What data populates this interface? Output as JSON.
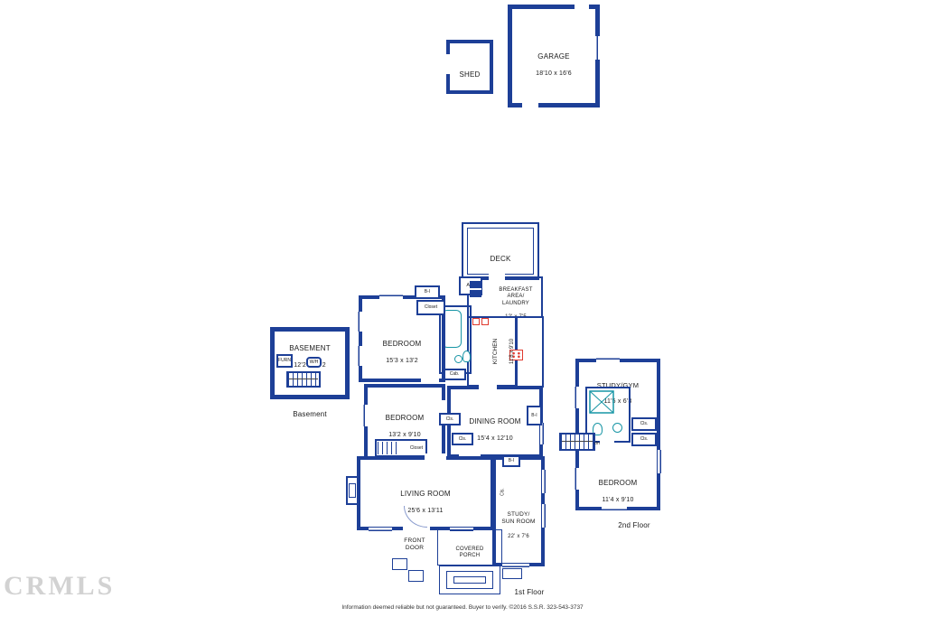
{
  "meta": {
    "type": "real-estate floor plan"
  },
  "colors": {
    "wall": "#1d3f97",
    "appliance_red": "#e03a2f",
    "fixture_teal": "#1795a5",
    "watermark_gray": "#d2d2d2"
  },
  "watermark": "CRMLS",
  "disclaimer": "Information deemed reliable but not guaranteed. Buyer to verify. ©2016 S.S.R. 323-543-3737",
  "floors": {
    "basement": "Basement",
    "first": "1st Floor",
    "second": "2nd Floor"
  },
  "rooms": {
    "garage": {
      "label": "GARAGE",
      "dims": "18'10 x 16'6"
    },
    "shed": {
      "label": "SHED"
    },
    "basement": {
      "label": "BASEMENT",
      "dims": "12'2 x 12'2"
    },
    "deck": {
      "label": "DECK"
    },
    "breakfast": {
      "label": "BREAKFAST\nAREA/\nLAUNDRY",
      "dims": "12' x 7'5"
    },
    "kitchen": {
      "label": "KITCHEN",
      "dims": "11'8 x 9'10"
    },
    "bedroom1": {
      "label": "BEDROOM",
      "dims": "15'3 x 13'2"
    },
    "bedroom2": {
      "label": "BEDROOM",
      "dims": "13'2 x 9'10"
    },
    "dining": {
      "label": "DINING ROOM",
      "dims": "15'4 x 12'10"
    },
    "living": {
      "label": "LIVING ROOM",
      "dims": "25'6 x 13'11"
    },
    "study_sun": {
      "label": "STUDY/\nSUN ROOM",
      "dims": "22' x 7'6"
    },
    "front_door": {
      "label": "FRONT\nDOOR"
    },
    "covered_porch": {
      "label": "COVERED\nPORCH"
    },
    "study_gym": {
      "label": "STUDY/GYM",
      "dims": "11'5 x 6'3"
    },
    "bedroom3": {
      "label": "BEDROOM",
      "dims": "11'4 x 9'10"
    }
  },
  "small_labels": {
    "bi": "B-I",
    "closet": "Closet",
    "cls": "Cls.",
    "ac": "A/C",
    "cab": "Cab.",
    "furn": "FURN",
    "wh": "W/H",
    "dn": "dn"
  },
  "icons": {
    "bathtub": "bathtub-icon",
    "sink": "sink-icon",
    "toilet": "toilet-icon",
    "shower": "shower-icon",
    "stove": "stove-icon",
    "washer_dryer": "washer-dryer-icon",
    "laundry_stack": "laundry-appliance-icon",
    "stairs": "stairs-icon",
    "fireplace": "fireplace-icon",
    "window": "window",
    "door": "door-gap"
  }
}
